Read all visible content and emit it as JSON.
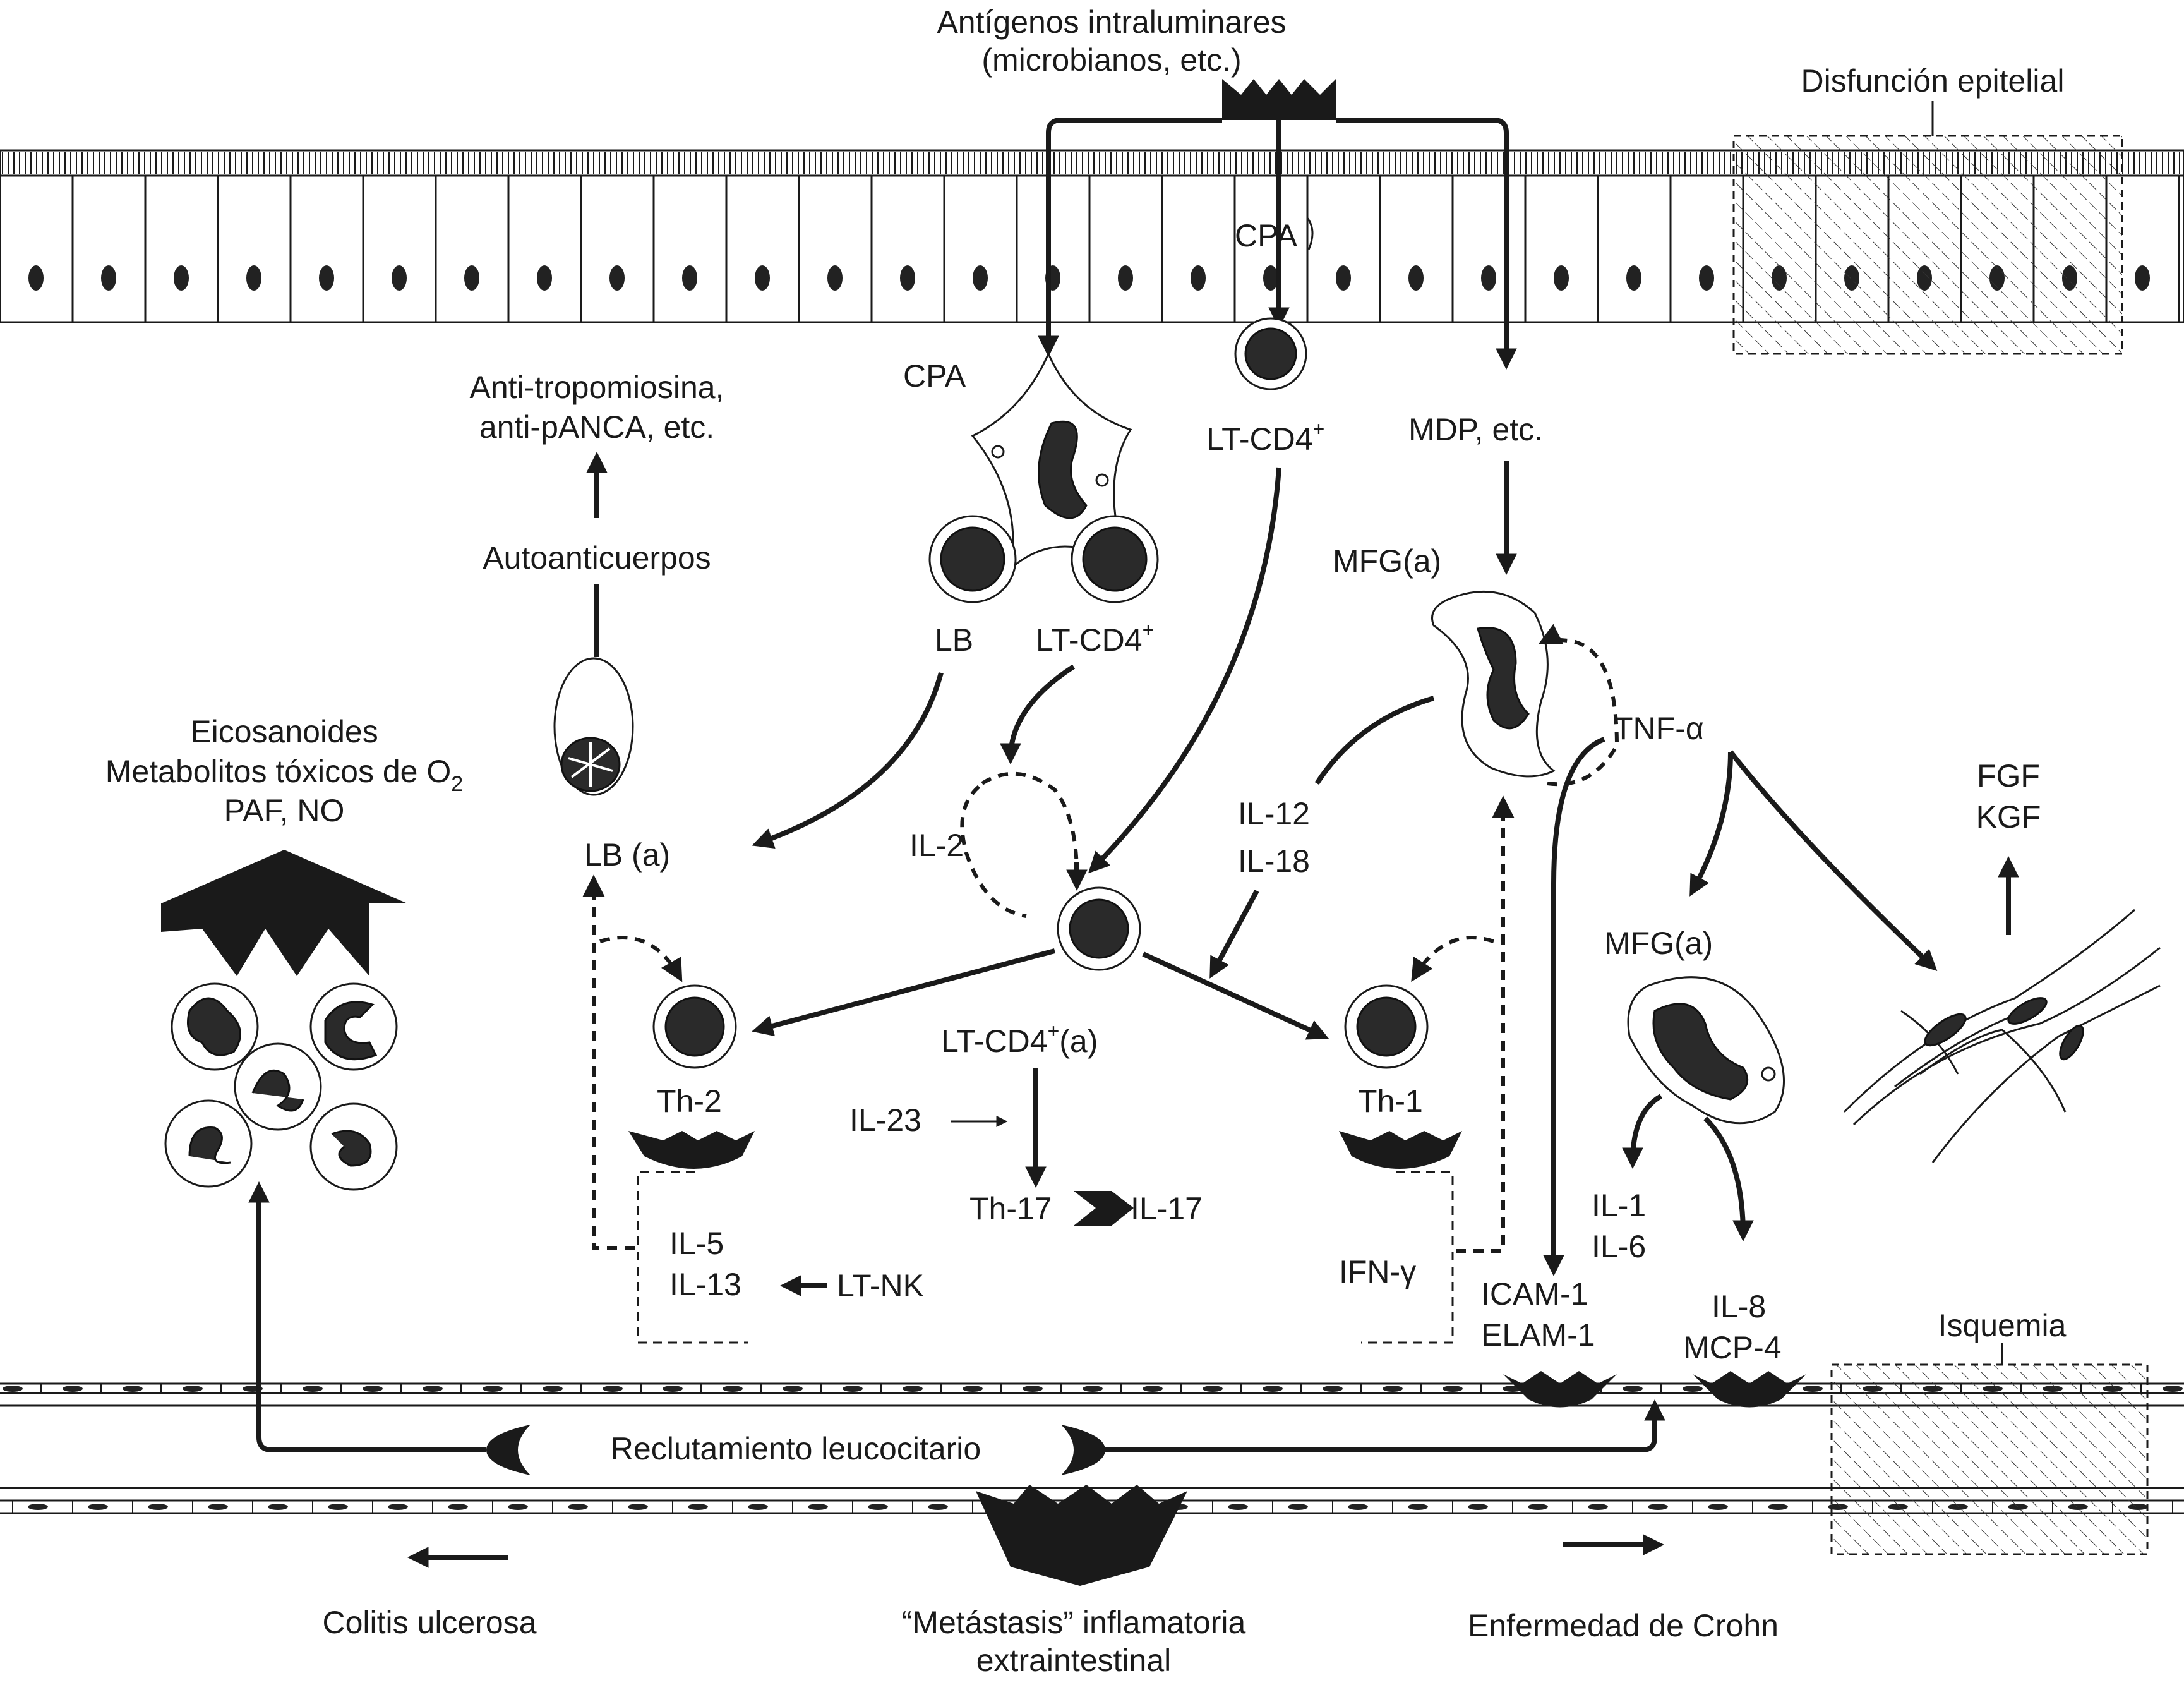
{
  "labels": {
    "antigens_line1": "Antígenos intraluminares",
    "antigens_line2": "(microbianos, etc.)",
    "epithelial_dysfunction": "Disfunción epitelial",
    "cpa_epithelium": "CPA",
    "cpa_left": "CPA",
    "lt_cd4_top": "LT-CD4",
    "lt_cd4_top_sup": "+",
    "mdp": "MDP, etc.",
    "anti_line1": "Anti-tropomiosina,",
    "anti_line2": "anti-pANCA, etc.",
    "autoanticuerpos": "Autoanticuerpos",
    "lb": "LB",
    "lt_cd4_mid": "LT-CD4",
    "lt_cd4_mid_sup": "+",
    "mfg_a_top": "MFG(a)",
    "tnf_alpha": "TNF-α",
    "eicos_line1": "Eicosanoides",
    "eicos_line2": "Metabolitos tóxicos de O",
    "eicos_line2_sub": "2",
    "eicos_line3": "PAF, NO",
    "lb_a": "LB (a)",
    "il2": "IL-2",
    "il12": "IL-12",
    "il18": "IL-18",
    "fgf": "FGF",
    "kgf": "KGF",
    "mfg_a_bottom": "MFG(a)",
    "lt_cd4_a": "LT-CD4",
    "lt_cd4_a_sup": "+",
    "lt_cd4_a_suffix": "(a)",
    "th2": "Th-2",
    "th1": "Th-1",
    "il23": "IL-23",
    "th17": "Th-17",
    "il17": "IL-17",
    "il1": "IL-1",
    "il6": "IL-6",
    "il5": "IL-5",
    "il13": "IL-13",
    "lt_nk": "LT-NK",
    "ifn_gamma": "IFN-γ",
    "icam1": "ICAM-1",
    "elam1": "ELAM-1",
    "il8": "IL-8",
    "mcp4": "MCP-4",
    "isquemia": "Isquemia",
    "reclutamiento": "Reclutamiento leucocitario",
    "colitis": "Colitis ulcerosa",
    "metastasis_line1": "“Metástasis” inflamatoria",
    "metastasis_line2": "extraintestinal",
    "crohn": "Enfermedad de Crohn"
  }
}
